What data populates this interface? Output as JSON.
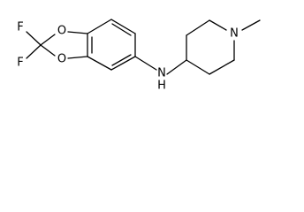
{
  "structure": {
    "atoms": {
      "fluorine_top": "F",
      "fluorine_bottom": "F",
      "oxygen_top": "O",
      "oxygen_bottom": "O",
      "amine_nitrogen": "N",
      "amine_hydrogen": "H",
      "ring_nitrogen": "N"
    }
  }
}
